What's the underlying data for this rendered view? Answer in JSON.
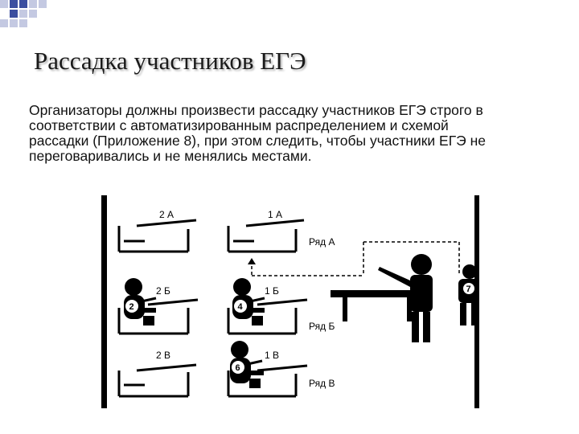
{
  "slide": {
    "title": "Рассадка участников ЕГЭ",
    "body_lines": [
      "Организаторы должны произвести рассадку участников ЕГЭ строго в",
      "соответствии с автоматизированным распределением и схемой",
      "рассадки (Приложение 8), при этом следить, чтобы участники ЕГЭ не",
      "переговаривались и не менялись местами."
    ]
  },
  "figure": {
    "seat_labels": [
      "2 А",
      "1 А",
      "2 Б",
      "1 Б",
      "2 В",
      "1 В"
    ],
    "row_labels": [
      "Ряд А",
      "Ряд Б",
      "Ряд В"
    ],
    "participant_numbers": [
      "2",
      "4",
      "6",
      "7"
    ]
  },
  "colors": {
    "decor_blue": "#3c4fa0",
    "decor_light": "#c4c9e2"
  }
}
